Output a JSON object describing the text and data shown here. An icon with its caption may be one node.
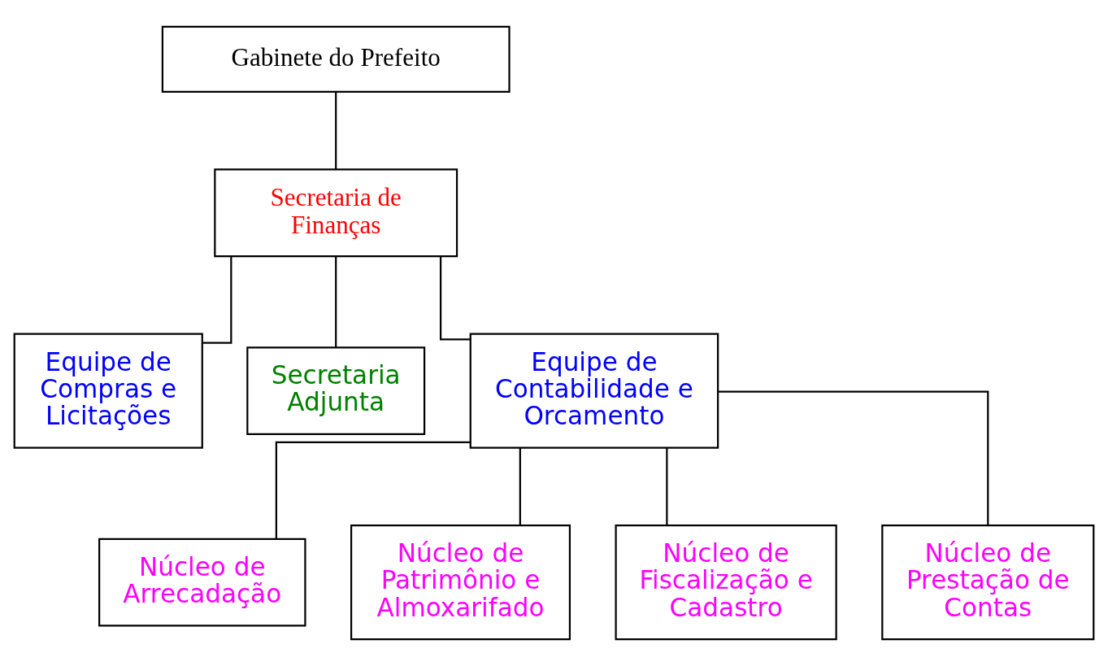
{
  "diagram": {
    "nodes": [
      {
        "text": [
          "Gabinete do Prefeito"
        ]
      },
      {
        "text": [
          "Secretaria de Finanças"
        ]
      },
      {
        "text": [
          "Equipe de Compras e Licitações"
        ]
      },
      {
        "text": [
          "Secretaria Adjunta"
        ]
      },
      {
        "text": [
          "Equipe de Contabilidade e Orcamento"
        ]
      },
      {
        "text": [
          "Núcleo de Arrecadação"
        ]
      },
      {
        "text": [
          "Núcleo de Patrimônio e Almoxarifado"
        ]
      },
      {
        "text": [
          "Núcleo de Fiscalização e Cadastro"
        ]
      },
      {
        "text": [
          "Núcleo de Prestação de Contas"
        ]
      }
    ],
    "edges": [
      {
        "from": 0,
        "to": 1,
        "arrow": "none"
      },
      {
        "from": 1,
        "to": 2,
        "arrow": "none"
      },
      {
        "from": 1,
        "to": 3,
        "arrow": "none"
      },
      {
        "from": 1,
        "to": 4,
        "arrow": "none"
      },
      {
        "from": 4,
        "to": 5,
        "arrow": "none"
      },
      {
        "from": 4,
        "to": 6,
        "arrow": "none"
      },
      {
        "from": 4,
        "to": 7,
        "arrow": "none"
      },
      {
        "from": 4,
        "to": 8,
        "arrow": "none"
      }
    ]
  }
}
